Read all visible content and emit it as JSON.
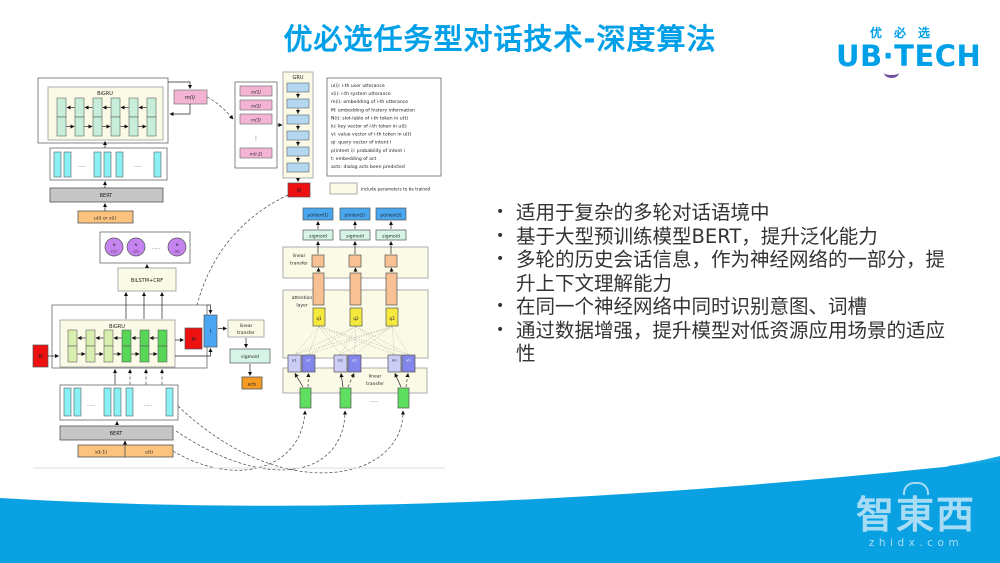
{
  "slide": {
    "title": "优必选任务型对话技术-深度算法"
  },
  "logo": {
    "cn": "优必选",
    "en": "UB·TECH"
  },
  "bullets": [
    "适用于复杂的多轮对话语境中",
    "基于大型预训练模型BERT，提升泛化能力",
    "多轮的历史会话信息，作为神经网络的一部分，提升上下文理解能力",
    "在同一个神经网络中同时识别意图、词槽",
    "通过数据增强，提升模型对低资源应用场景的适应性"
  ],
  "bullet_glyph": "•",
  "watermark": {
    "cn": "智東西",
    "en": "zhidx.com"
  },
  "palette": {
    "brand_blue": "#00a0e9",
    "wave_blue": "#09a1e1",
    "watermark_blue": "#a8dcf5",
    "smile_purple": "#6f4f9e",
    "node_red": "#ee1111",
    "node_green": "#5fdf5f",
    "node_yellow": "#f6e93d",
    "node_pink": "#f3b3d2",
    "node_cyan": "#8af0f4"
  },
  "diagram": {
    "labels": {
      "bigru": "BiGRU",
      "gru": "GRU",
      "bert": "BERT",
      "bilstm_crf": "BiLSTM+CRF",
      "m_i": "m(i)",
      "m1": "m(1)",
      "m2": "m(2)",
      "m3": "m(3)",
      "m_i2": "m(i-2)",
      "M": "M",
      "I": "I",
      "acts": "acts",
      "input_top": "u(i) or s(i)",
      "s_prev": "s(t-1)",
      "u_t": "u(t)",
      "p1": "p(intent1)",
      "p2": "p(intent2)",
      "p3": "p(intent3)",
      "sigmoid": "sigmoid",
      "linear": "linear",
      "transfer": "transfer",
      "attention": "attention",
      "layer": "layer",
      "q1": "q1",
      "q2": "q2",
      "q3": "q3",
      "k1": "k1",
      "v1": "v1",
      "k2": "k2",
      "v2": "v2",
      "kn": "kn",
      "vn": "vn",
      "N": "N",
      "n1": "(1)",
      "n2": "(2)",
      "nn": "(n)",
      "dots": "......",
      "vdots": "⋮"
    },
    "legend": {
      "lines": [
        "u(i): i-th user utterance",
        "s(i): i-th system utterance",
        "m(i): embedding of i-th utterance",
        "M: embedding of history information",
        "N(i): slot-lable of i-th token in u(t)",
        "ki: key vector of i-th token in u(t)",
        "vi: value vector of i-th token in u(t)",
        "qi: query vector of intent i",
        "p(intent i): probability of intent i",
        "t: embedding of act",
        "acts: dialog acts been predicted"
      ],
      "note": "include parameters to be trained"
    }
  }
}
